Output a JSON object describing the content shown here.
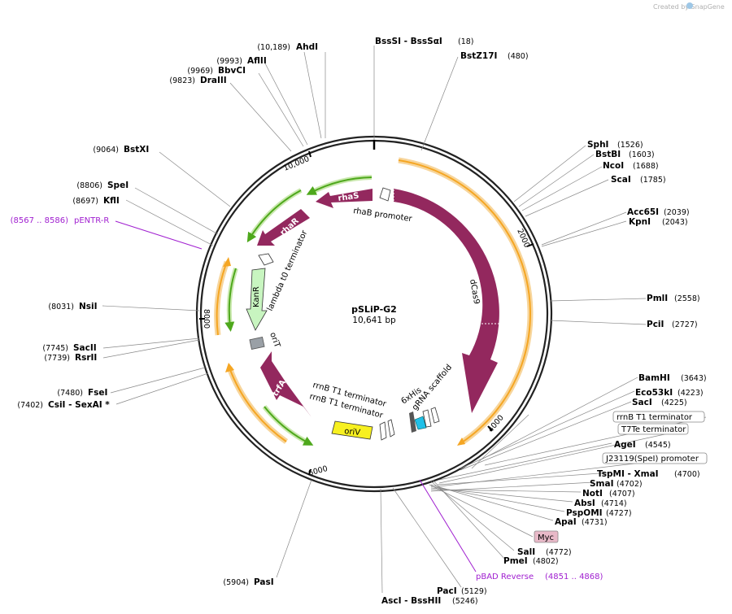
{
  "credit": "Created by SnapGene",
  "plasmid": {
    "name": "pSLiP-G2",
    "length_label": "10,641 bp"
  },
  "ticks": [
    "10,000",
    "2000",
    "4000",
    "6000",
    "8000"
  ],
  "sites": [
    {
      "name": "AhdI",
      "pos": "(10,189)"
    },
    {
      "name": "AflII",
      "pos": "(9993)"
    },
    {
      "name": "BbvCI",
      "pos": "(9969)"
    },
    {
      "name": "DraIII",
      "pos": "(9823)"
    },
    {
      "name": "BstXI",
      "pos": "(9064)"
    },
    {
      "name": "SpeI",
      "pos": "(8806)"
    },
    {
      "name": "KflI",
      "pos": "(8697)"
    },
    {
      "name": "NsiI",
      "pos": "(8031)"
    },
    {
      "name": "SacII",
      "pos": "(7745)"
    },
    {
      "name": "RsrII",
      "pos": "(7739)"
    },
    {
      "name": "FseI",
      "pos": "(7480)"
    },
    {
      "name": "CsiI - SexAI *",
      "pos": "(7402)"
    },
    {
      "name": "PasI",
      "pos": "(5904)"
    },
    {
      "name": "AscI - BssHII",
      "pos": "(5246)"
    },
    {
      "name": "PacI",
      "pos": "(5129)"
    },
    {
      "name": "PmeI",
      "pos": "(4802)"
    },
    {
      "name": "SalI",
      "pos": "(4772)"
    },
    {
      "name": "ApaI",
      "pos": "(4731)"
    },
    {
      "name": "PspOMI",
      "pos": "(4727)"
    },
    {
      "name": "AbsI",
      "pos": "(4714)"
    },
    {
      "name": "NotI",
      "pos": "(4707)"
    },
    {
      "name": "SmaI",
      "pos": "(4702)"
    },
    {
      "name": "TspMI - XmaI",
      "pos": "(4700)"
    },
    {
      "name": "AgeI",
      "pos": "(4545)"
    },
    {
      "name": "SacI",
      "pos": "(4225)"
    },
    {
      "name": "Eco53kI",
      "pos": "(4223)"
    },
    {
      "name": "BamHI",
      "pos": "(3643)"
    },
    {
      "name": "PciI",
      "pos": "(2727)"
    },
    {
      "name": "PmlI",
      "pos": "(2558)"
    },
    {
      "name": "KpnI",
      "pos": "(2043)"
    },
    {
      "name": "Acc65I",
      "pos": "(2039)"
    },
    {
      "name": "ScaI",
      "pos": "(1785)"
    },
    {
      "name": "NcoI",
      "pos": "(1688)"
    },
    {
      "name": "BstBI",
      "pos": "(1603)"
    },
    {
      "name": "SphI",
      "pos": "(1526)"
    },
    {
      "name": "BstZ17I",
      "pos": "(480)"
    },
    {
      "name": "BssSI - BssSαI",
      "pos": "(18)"
    }
  ],
  "primers": [
    {
      "name": "pENTR-R",
      "pos": "(8567 .. 8586)"
    },
    {
      "name": "pBAD Reverse",
      "pos": "(4851 .. 4868)"
    }
  ],
  "boxed_features": [
    "rrnB T1 terminator",
    "T7Te terminator",
    "J23119(SpeI) promoter",
    "Myc"
  ],
  "features": {
    "rhaS": "rhaS",
    "rhaR": "rhaR",
    "rhaB": "rhaB promoter",
    "dCas9": "dCas9",
    "lambda": "lambda t0 terminator",
    "KanR": "KanR",
    "oriT": "oriT",
    "trfA": "trfA",
    "rrnB1": "rrnB T1 terminator",
    "rrnB2": "rrnB T1 terminator",
    "oriV": "oriV",
    "his": "6xHis",
    "gRNA": "gRNA scaffold"
  },
  "colors": {
    "cds": "#93285e",
    "orf": "#f5a623",
    "orf_glow": "#f7d59b",
    "green": "#4ea81c",
    "green_glow": "#c9e8ad",
    "yellow": "#f7f020",
    "kanr": "#c8f5c0",
    "cyan": "#20c0e8",
    "primer": "#a01fd0",
    "myc": "#e8b9c8"
  }
}
